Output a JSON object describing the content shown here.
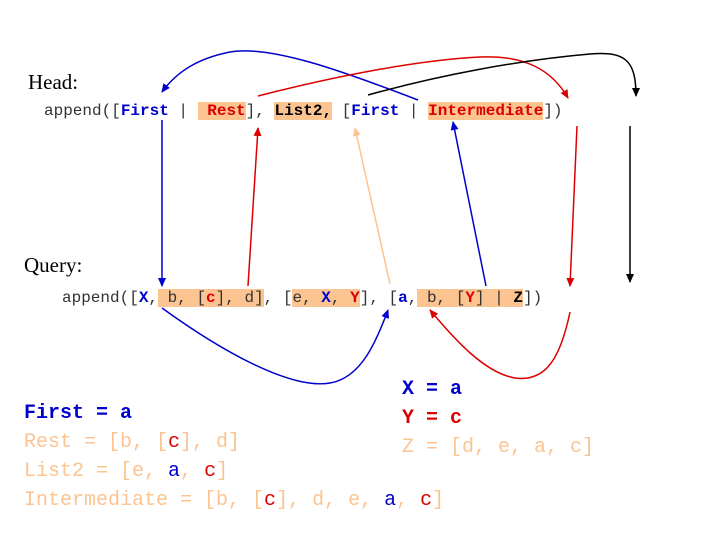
{
  "head_label": "Head:",
  "query_label": "Query:",
  "head": {
    "open": "append([",
    "first": "First",
    "bar1": " | ",
    "rest": " Rest",
    "sep1": "], ",
    "list2": "List2,",
    "sep2": " [",
    "first2": "First",
    "bar2": " | ",
    "intermediate": "Intermediate",
    "close": "])"
  },
  "query": {
    "open": "append([",
    "x1": "X",
    "comma1": ",",
    "b_seg": " b, [",
    "c1": "c",
    "d_seg": "], d]",
    "sep1": ", [",
    "e_seg": "e, ",
    "x2": "X",
    "comma2": ", ",
    "y1": "Y",
    "sep2": "], [",
    "a1": "a",
    "comma3": ",",
    "b2_seg": " b, [",
    "y2": "Y",
    "bar": "] | ",
    "z1": "Z",
    "close": "])"
  },
  "bindings_left": {
    "first_line": "First = a",
    "rest_pre": "Rest = [b, [",
    "rest_c": "c",
    "rest_post": "], d]",
    "list2_pre": "List2 = [e, ",
    "list2_a": "a",
    "list2_comma": ", ",
    "list2_c": "c",
    "list2_post": "]",
    "inter_pre": "Intermediate = [b, [",
    "inter_c": "c",
    "inter_mid": "], d, e, ",
    "inter_a": "a",
    "inter_comma": ", ",
    "inter_c2": "c",
    "inter_post": "]"
  },
  "bindings_right": {
    "x_line": "X = a",
    "y_line": "Y = c",
    "z_line": "Z = [d, e, a, c]"
  },
  "colors": {
    "blue": "#0000cc",
    "red": "#dd0000",
    "black": "#000000",
    "peach": "#fbc490"
  }
}
